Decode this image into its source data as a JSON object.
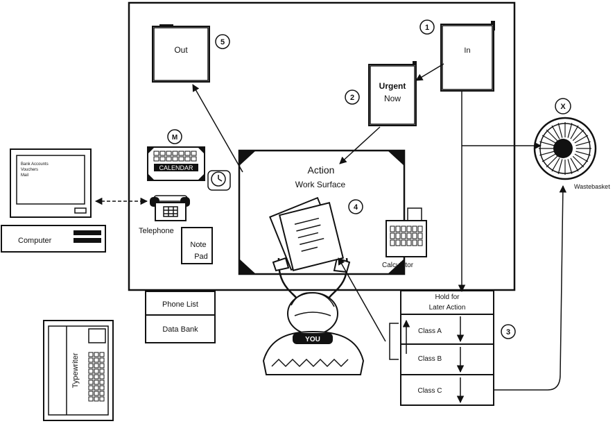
{
  "trays": {
    "out": "Out",
    "in": "In",
    "urgent_line1": "Urgent",
    "urgent_line2": "Now"
  },
  "markers": {
    "in": "1",
    "urgent": "2",
    "hold": "3",
    "work_surface": "4",
    "out": "5",
    "calendar": "M",
    "wastebasket": "X"
  },
  "work_surface": {
    "line1": "Action",
    "line2": "Work Surface"
  },
  "calendar_label": "CALENDAR",
  "telephone_label": "Telephone",
  "note_pad": {
    "line1": "Note",
    "line2": "Pad"
  },
  "calculator_label": "Calculator",
  "computer": {
    "label": "Computer",
    "screen_text": [
      "Bank Accounts",
      "Vouchers",
      "Mail"
    ]
  },
  "phone_list": "Phone List",
  "data_bank": "Data Bank",
  "you_label": "YOU",
  "hold": {
    "line1": "Hold for",
    "line2": "Later Action",
    "classes": [
      "Class A",
      "Class B",
      "Class C"
    ]
  },
  "wastebasket_label": "Wastebasket",
  "typewriter_label": "Typewriter",
  "colors": {
    "ink": "#111111",
    "paper": "#ffffff"
  }
}
